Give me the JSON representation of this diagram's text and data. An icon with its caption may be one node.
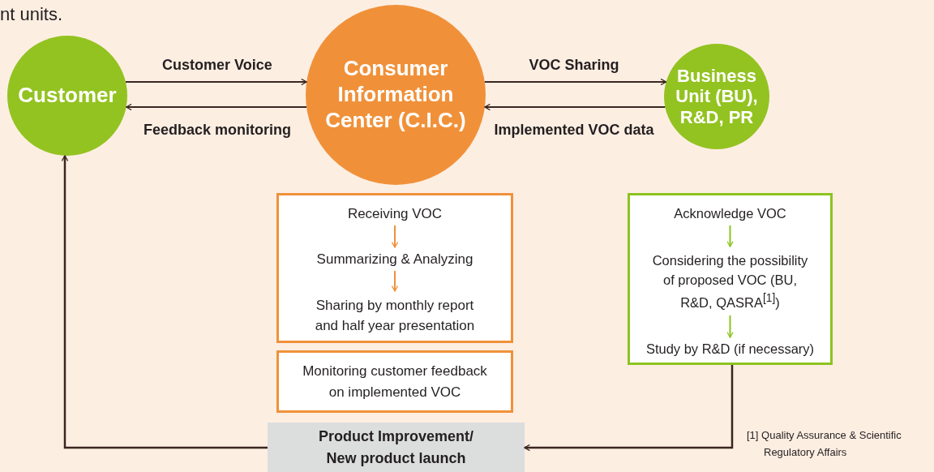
{
  "diagram": {
    "nodes": [
      {
        "text": [
          "Customer"
        ]
      },
      {
        "text": [
          "Consumer Information Center (C.I.C.)"
        ]
      },
      {
        "text": [
          "Business Unit (BU), R&D, PR"
        ]
      },
      {
        "text": [],
        "shape": "box"
      },
      {
        "text": [
          "Receiving VOC"
        ],
        "in": 3
      },
      {
        "text": [
          "Summarizing & Analyzing"
        ],
        "in": 3
      },
      {
        "text": [
          "Sharing by monthly report and half year presentation"
        ],
        "in": 3
      },
      {
        "text": [
          "Monitoring customer feedback on implemented VOC"
        ]
      },
      {
        "text": [],
        "shape": "box"
      },
      {
        "text": [
          "Acknowledge VOC"
        ],
        "in": 8
      },
      {
        "text": [
          "Considering the possibility of proposed VOC (BU, R&D, QASRA$^{[1]}$)"
        ],
        "in": 8
      },
      {
        "text": [
          "Study by R&D (if necessary)"
        ],
        "in": 8
      },
      {
        "text": [
          "Product Improvement/ New product launch"
        ]
      }
    ],
    "edges": [
      {
        "from": 0,
        "to": 1,
        "arrow": "to",
        "label": "Customer Voice"
      },
      {
        "from": 1,
        "to": 0,
        "arrow": "to",
        "label": "Feedback monitoring"
      },
      {
        "from": 1,
        "to": 2,
        "arrow": "to",
        "label": "VOC Sharing"
      },
      {
        "from": 2,
        "to": 1,
        "arrow": "to",
        "label": "Implemented VOC data"
      },
      {
        "from": 4,
        "to": 5,
        "arrow": "to",
        "color": "#f0913a"
      },
      {
        "from": 5,
        "to": 6,
        "arrow": "to",
        "color": "#f0913a"
      },
      {
        "from": 9,
        "to": 10,
        "arrow": "to",
        "color": "#8cc320"
      },
      {
        "from": 10,
        "to": 11,
        "arrow": "to",
        "color": "#8cc320"
      },
      {
        "from": 8,
        "to": 12,
        "arrow": "to"
      },
      {
        "from": 12,
        "to": 0,
        "arrow": "to"
      }
    ],
    "labels": [
      "nt units.",
      "[1] Quality Assurance & Scientific Regulatory Affairs"
    ]
  }
}
